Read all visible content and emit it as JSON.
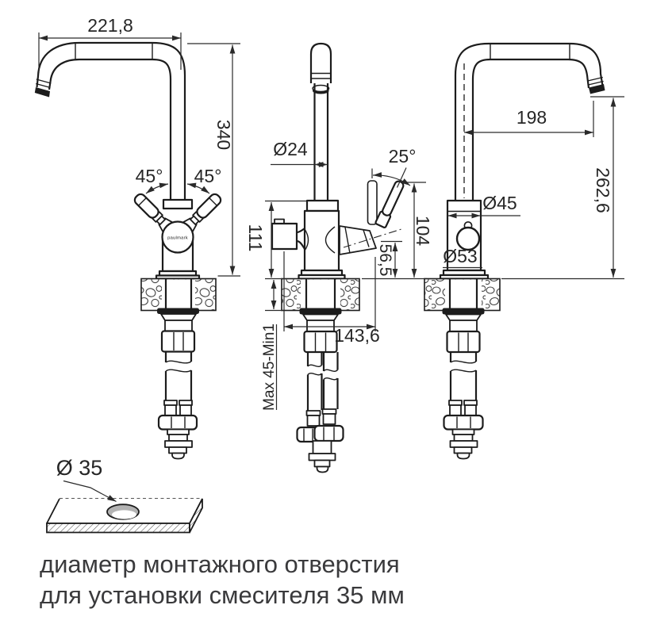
{
  "drawing": {
    "stroke_color": "#1c1c1c",
    "dim_color": "#2a2a2a",
    "caption_color": "#3a3a3c",
    "hole_fill": "#b3b3b3",
    "front_view": {
      "width_dim": "221,8",
      "height_dim": "340",
      "left_handle_angle": "45°",
      "right_handle_angle": "45°",
      "logo": "paulmark"
    },
    "side_view": {
      "pipe_diameter": "Ø24",
      "lever_angle": "25°",
      "body_height": "111",
      "lever_top_height": "104",
      "lever_bottom_height": "56,5",
      "lever_reach": "143,6",
      "deck_thickness_range": "Max 45-Min1"
    },
    "back_view": {
      "spout_reach": "198",
      "outlet_height": "262,6",
      "body_diameter": "Ø45",
      "base_diameter": "Ø53"
    },
    "hole_detail": {
      "hole_diameter": "Ø 35"
    },
    "caption": {
      "line1": "диаметр монтажного отверстия",
      "line2": "для установки смесителя 35 мм"
    }
  }
}
